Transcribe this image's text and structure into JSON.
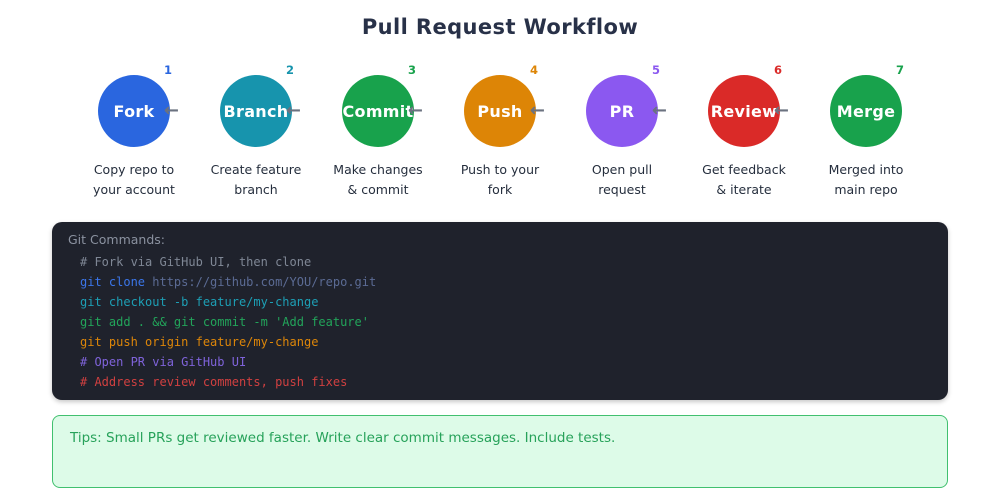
{
  "title": "Pull Request Workflow",
  "arrow_glyph": "←",
  "steps": [
    {
      "num": "1",
      "label": "Fork",
      "color": "#2a66df",
      "desc": "Copy repo to\nyour account"
    },
    {
      "num": "2",
      "label": "Branch",
      "color": "#1794ad",
      "desc": "Create feature\nbranch"
    },
    {
      "num": "3",
      "label": "Commit",
      "color": "#18a24c",
      "desc": "Make changes\n& commit"
    },
    {
      "num": "4",
      "label": "Push",
      "color": "#dd8506",
      "desc": "Push to your\nfork"
    },
    {
      "num": "5",
      "label": "PR",
      "color": "#8b58f0",
      "desc": "Open pull\nrequest"
    },
    {
      "num": "6",
      "label": "Review",
      "color": "#da2a28",
      "desc": "Get feedback\n& iterate"
    },
    {
      "num": "7",
      "label": "Merge",
      "color": "#18a24c",
      "desc": "Merged into\nmain repo"
    }
  ],
  "codeblock": {
    "header": "Git Commands:",
    "background": "#1f222c",
    "lines": [
      {
        "text": "# Fork via GitHub UI, then clone",
        "color": "#7f8795"
      },
      {
        "parts": [
          {
            "text": "git clone ",
            "color": "#3b76ea"
          },
          {
            "text": "https://github.com/YOU/repo.git",
            "color": "#5b6b94"
          }
        ]
      },
      {
        "text": "git checkout -b feature/my-change",
        "color": "#1d9fb5"
      },
      {
        "text": "git add . && git commit -m 'Add feature'",
        "color": "#22a45a"
      },
      {
        "text": "git push origin feature/my-change",
        "color": "#dd8609"
      },
      {
        "text": "# Open PR via GitHub UI",
        "color": "#7f63da"
      },
      {
        "text": "# Address review comments, push fixes",
        "color": "#d04040"
      }
    ]
  },
  "tips": {
    "text": "Tips: Small PRs get reviewed faster. Write clear commit messages. Include tests.",
    "text_color": "#27a25a",
    "border_color": "#41c06f",
    "background": "#ddfbe8"
  }
}
